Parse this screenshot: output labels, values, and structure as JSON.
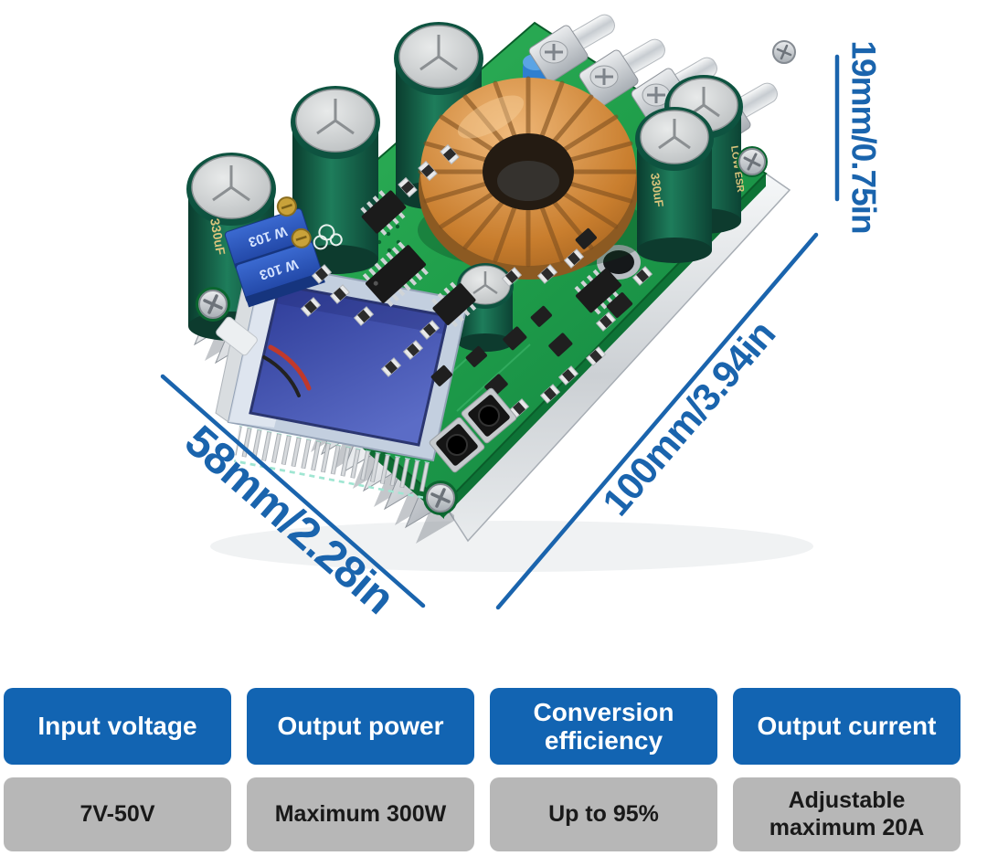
{
  "annotations": {
    "width": "58mm/2.28in",
    "length": "100mm/3.94in",
    "height": "19mm/0.75in"
  },
  "board_labels": {
    "capacitor_value": "330uF",
    "capacitor_series": "LOW ESR",
    "trimmer": "W 103"
  },
  "spec_table": {
    "columns": [
      {
        "header": "Input voltage",
        "value": "7V-50V"
      },
      {
        "header": "Output power",
        "value": "Maximum 300W"
      },
      {
        "header": "Conversion efficiency",
        "value": "Up to 95%"
      },
      {
        "header": "Output current",
        "value": "Adjustable maximum 20A"
      }
    ]
  },
  "colors": {
    "accent_blue": "#1264b2",
    "dimension_blue": "#1a64ad",
    "value_gray": "#b7b7b7",
    "value_text": "#191919",
    "pcb_green": "#1f9e4a",
    "lcd_blue": "#3d4aa8",
    "copper": "#c8802f"
  }
}
